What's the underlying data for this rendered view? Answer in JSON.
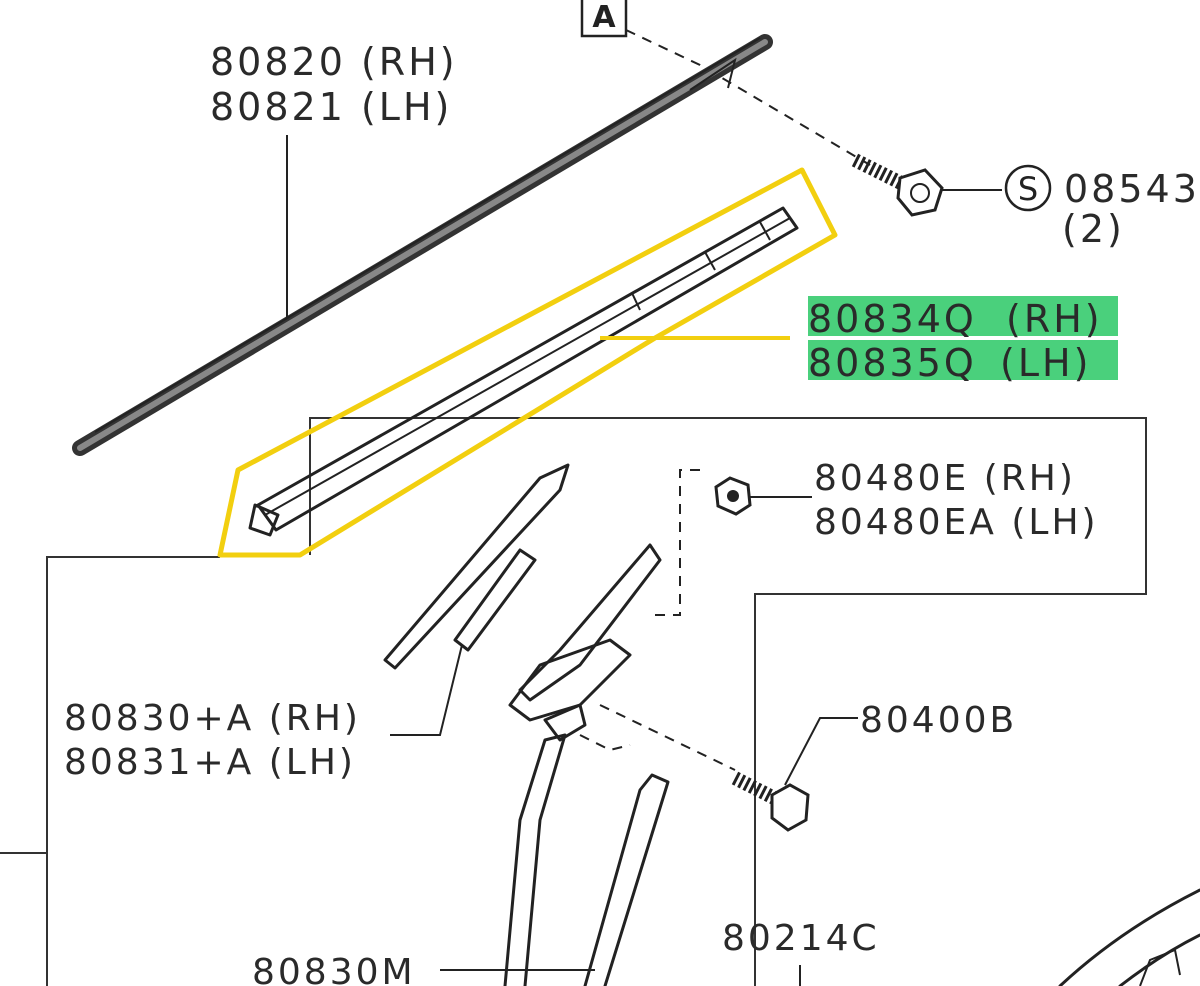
{
  "callout_a": "A",
  "screw_symbol": "S",
  "labels": {
    "moulding_rh": "80820 (RH)",
    "moulding_lh": "80821 (LH)",
    "screw_part": "08543",
    "screw_qty": "(2)",
    "seal_rh_code": "80834Q",
    "seal_rh_side": "(RH)",
    "seal_lh_code": "80835Q",
    "seal_lh_side": "(LH)",
    "nut_rh": "80480E (RH)",
    "nut_lh": "80480EA (LH)",
    "channel_rh": "80830+A (RH)",
    "channel_lh": "80831+A (LH)",
    "bolt": "80400B",
    "sash_part": "80214C",
    "sash_part_2": "80830M"
  },
  "colors": {
    "highlight_outline": "#f2cf0f",
    "highlight_fill": "#4ad07c"
  }
}
